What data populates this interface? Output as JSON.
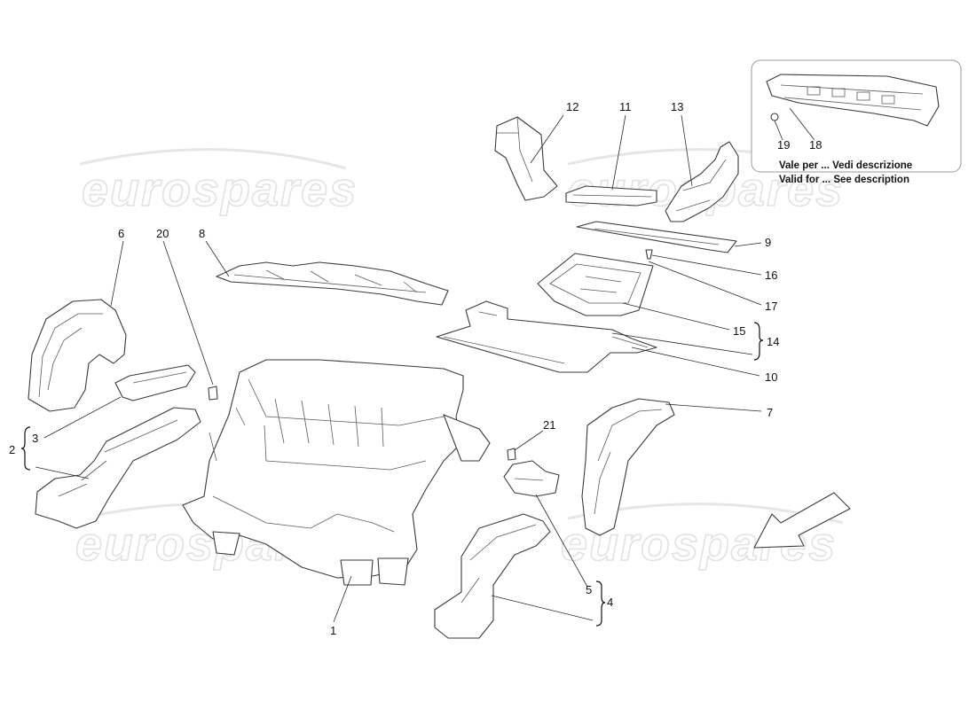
{
  "watermark": {
    "text": "eurospares"
  },
  "callouts": [
    "1",
    "2",
    "3",
    "4",
    "5",
    "6",
    "7",
    "8",
    "9",
    "10",
    "11",
    "12",
    "13",
    "14",
    "15",
    "16",
    "17",
    "18",
    "19",
    "20",
    "21"
  ],
  "inset_notes": {
    "line1": "Vale per ... Vedi descrizione",
    "line2": "Valid for ... See description"
  },
  "icons": {
    "direction_arrow": "front-direction-arrow-icon"
  }
}
